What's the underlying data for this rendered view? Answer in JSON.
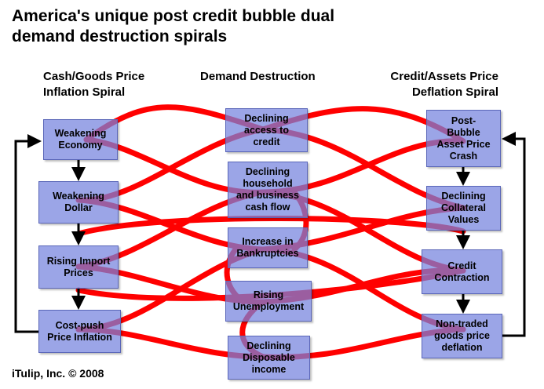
{
  "title_line1": "America's unique post credit bubble dual",
  "title_line2": "demand destruction spirals",
  "columns": {
    "left_line1": "Cash/Goods Price",
    "left_line2": "Inflation Spiral",
    "middle": "Demand Destruction",
    "right_line1": "Credit/Assets Price",
    "right_line2": "Deflation Spiral"
  },
  "left_boxes": [
    [
      "Weakening",
      "Economy"
    ],
    [
      "Weakening",
      "Dollar"
    ],
    [
      "Rising Import",
      "Prices"
    ],
    [
      "Cost-push",
      "Price Inflation"
    ]
  ],
  "middle_boxes": [
    [
      "Declining",
      "access to",
      "credit"
    ],
    [
      "Declining",
      "household",
      "and business",
      "cash flow"
    ],
    [
      "Increase in",
      "Bankruptcies"
    ],
    [
      "Rising",
      "Unemployment"
    ],
    [
      "Declining",
      "Disposable",
      "income"
    ]
  ],
  "right_boxes": [
    [
      "Post-",
      "Bubble",
      "Asset Price",
      "Crash"
    ],
    [
      "Declining",
      "Collateral",
      "Values"
    ],
    [
      "Credit",
      "Contraction"
    ],
    [
      "Non-traded",
      "goods price",
      "deflation"
    ]
  ],
  "footer": "iTulip, Inc. © 2008",
  "colors": {
    "box_fill": "#7582de",
    "link": "#ff0000",
    "arrow": "#000000"
  }
}
